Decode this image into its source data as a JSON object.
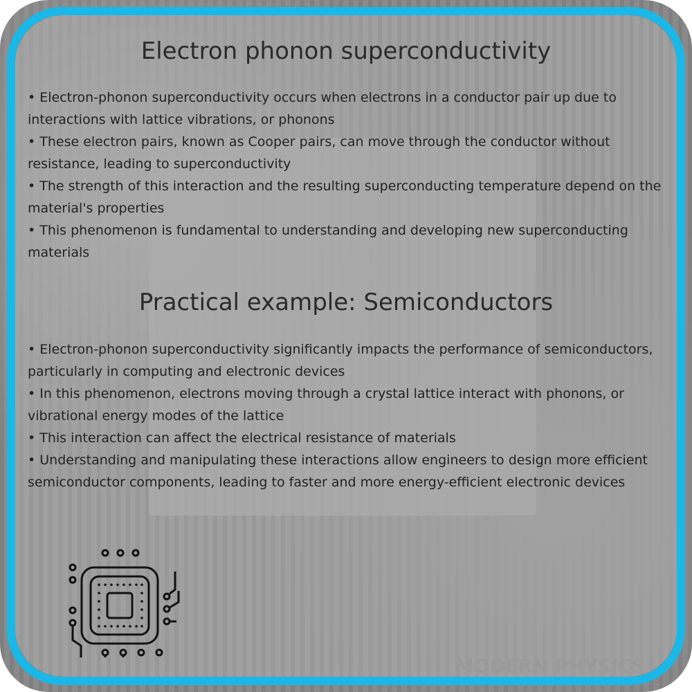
{
  "section1": {
    "title": "Electron phonon superconductivity",
    "bullets": [
      "• Electron-phonon superconductivity occurs when electrons in a conductor pair up due to interactions with lattice vibrations, or phonons",
      "• These electron pairs, known as Cooper pairs, can move through the conductor without resistance, leading to superconductivity",
      "• The strength of this interaction and the resulting superconducting temperature depend on the material's properties",
      "• This phenomenon is fundamental to understanding and developing new superconducting materials"
    ]
  },
  "section2": {
    "title": "Practical example: Semiconductors",
    "bullets": [
      "• Electron-phonon superconductivity significantly impacts the performance of semiconductors, particularly in computing and electronic devices",
      "• In this phenomenon, electrons moving through a crystal lattice interact with phonons, or vibrational energy modes of the lattice",
      "• This interaction can affect the electrical resistance of materials",
      "• Understanding and manipulating these interactions allow engineers to design more efficient semiconductor components, leading to faster and more energy-efficient electronic devices"
    ]
  },
  "logo": "MODERN PHYSICS",
  "colors": {
    "frame": "#1ab8e8",
    "text": "#222222"
  },
  "icon": "microchip-icon"
}
